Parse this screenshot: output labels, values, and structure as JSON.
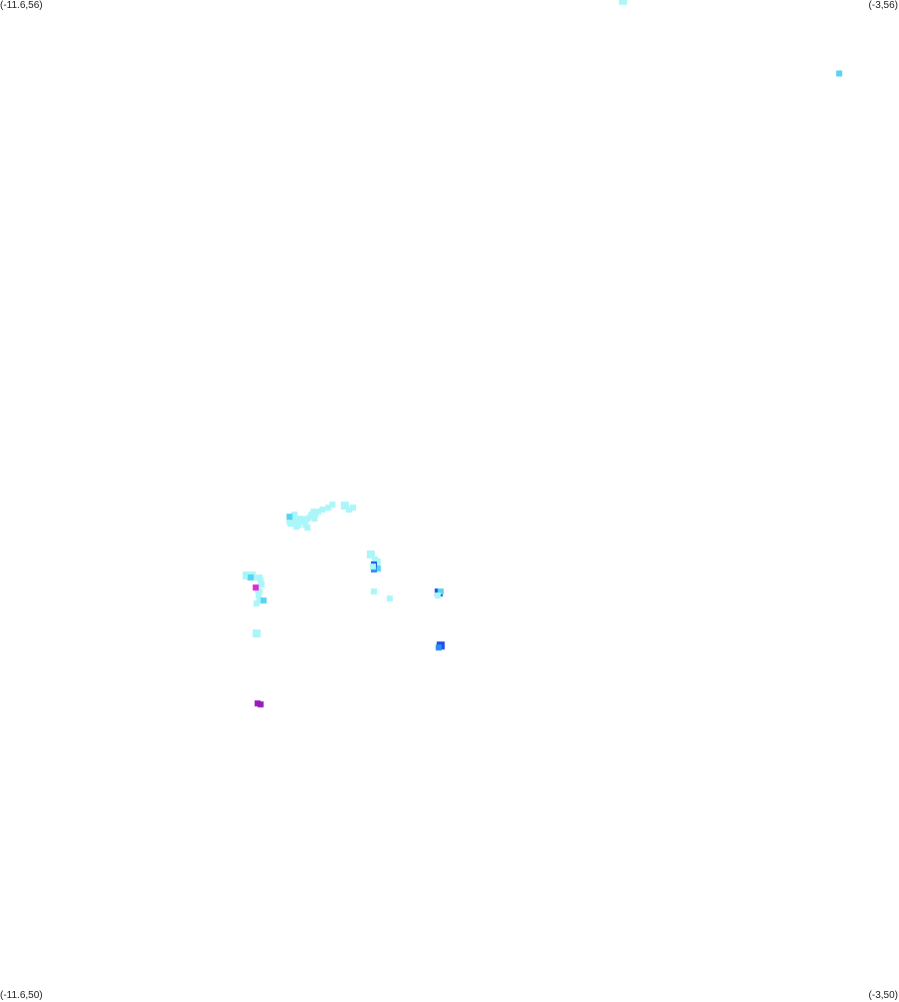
{
  "corners": {
    "top_left": "(-11.6,56)",
    "top_right": "(-3,56)",
    "bottom_left": "(-11.6,50)",
    "bottom_right": "(-3,50)"
  },
  "extent": {
    "lon_min": -11.6,
    "lon_max": -3,
    "lat_min": 50,
    "lat_max": 56
  },
  "palette": {
    "pale_cyan": "#aaf6f8",
    "sky_cyan": "#56d4f2",
    "blue": "#2f8df0",
    "royal_blue": "#1f4fe6",
    "magenta": "#e02ad6",
    "purple": "#9a1cb8"
  },
  "points": [
    {
      "lon": -5.641,
      "lat": 55.9952,
      "level": "pale_cyan",
      "size": 3
    },
    {
      "lon": -5.6358,
      "lat": 55.9922,
      "level": "pale_cyan",
      "size": 2
    },
    {
      "lon": -5.6454,
      "lat": 55.9952,
      "level": "pale_cyan",
      "size": 2
    },
    {
      "lon": -3.5716,
      "lat": 55.5586,
      "level": "sky_cyan",
      "size": 2
    },
    {
      "lon": -8.3002,
      "lat": 52.9634,
      "level": "pale_cyan",
      "size": 3
    },
    {
      "lon": -8.2237,
      "lat": 52.9514,
      "level": "pale_cyan",
      "size": 2
    },
    {
      "lon": -8.2616,
      "lat": 52.9394,
      "level": "pale_cyan",
      "size": 2
    },
    {
      "lon": -8.4203,
      "lat": 52.9694,
      "level": "pale_cyan",
      "size": 2
    },
    {
      "lon": -8.4584,
      "lat": 52.9514,
      "level": "pale_cyan",
      "size": 2
    },
    {
      "lon": -8.5156,
      "lat": 52.9394,
      "level": "pale_cyan",
      "size": 2
    },
    {
      "lon": -8.5537,
      "lat": 52.9274,
      "level": "pale_cyan",
      "size": 2
    },
    {
      "lon": -8.5823,
      "lat": 52.9144,
      "level": "pale_cyan",
      "size": 2
    },
    {
      "lon": -8.6013,
      "lat": 52.9274,
      "level": "pale_cyan",
      "size": 2
    },
    {
      "lon": -8.6204,
      "lat": 52.9094,
      "level": "pale_cyan",
      "size": 2
    },
    {
      "lon": -8.5918,
      "lat": 52.8844,
      "level": "pale_cyan",
      "size": 2
    },
    {
      "lon": -8.6299,
      "lat": 52.8974,
      "level": "pale_cyan",
      "size": 2
    },
    {
      "lon": -8.6585,
      "lat": 52.8844,
      "level": "pale_cyan",
      "size": 2
    },
    {
      "lon": -8.6871,
      "lat": 52.8784,
      "level": "pale_cyan",
      "size": 2
    },
    {
      "lon": -8.7062,
      "lat": 52.8664,
      "level": "pale_cyan",
      "size": 2
    },
    {
      "lon": -8.7253,
      "lat": 52.8844,
      "level": "pale_cyan",
      "size": 2
    },
    {
      "lon": -8.7443,
      "lat": 52.8784,
      "level": "pale_cyan",
      "size": 2
    },
    {
      "lon": -8.7825,
      "lat": 52.9094,
      "level": "pale_cyan",
      "size": 2
    },
    {
      "lon": -8.8016,
      "lat": 52.8904,
      "level": "pale_cyan",
      "size": 2
    },
    {
      "lon": -8.8206,
      "lat": 52.8964,
      "level": "pale_cyan",
      "size": 2
    },
    {
      "lon": -8.8206,
      "lat": 52.8784,
      "level": "pale_cyan",
      "size": 2
    },
    {
      "lon": -8.8111,
      "lat": 52.8664,
      "level": "pale_cyan",
      "size": 2
    },
    {
      "lon": -8.7825,
      "lat": 52.8544,
      "level": "pale_cyan",
      "size": 2
    },
    {
      "lon": -8.7443,
      "lat": 52.8484,
      "level": "pale_cyan",
      "size": 2
    },
    {
      "lon": -8.7634,
      "lat": 52.8364,
      "level": "pale_cyan",
      "size": 2
    },
    {
      "lon": -8.8206,
      "lat": 52.8544,
      "level": "pale_cyan",
      "size": 2
    },
    {
      "lon": -8.8302,
      "lat": 52.8664,
      "level": "pale_cyan",
      "size": 2
    },
    {
      "lon": -8.8302,
      "lat": 52.8964,
      "level": "sky_cyan",
      "size": 2
    },
    {
      "lon": -8.6776,
      "lat": 52.8484,
      "level": "pale_cyan",
      "size": 2
    },
    {
      "lon": -8.6585,
      "lat": 52.8304,
      "level": "pale_cyan",
      "size": 2
    },
    {
      "lon": -8.0522,
      "lat": 52.6694,
      "level": "pale_cyan",
      "size": 3
    },
    {
      "lon": -8.0141,
      "lat": 52.6394,
      "level": "pale_cyan",
      "size": 2
    },
    {
      "lon": -7.9855,
      "lat": 52.6274,
      "level": "pale_cyan",
      "size": 2
    },
    {
      "lon": -7.995,
      "lat": 52.6034,
      "level": "pale_cyan",
      "size": 2
    },
    {
      "lon": -7.9855,
      "lat": 52.5854,
      "level": "sky_cyan",
      "size": 2
    },
    {
      "lon": -8.0236,
      "lat": 52.6094,
      "level": "royal_blue",
      "size": 2
    },
    {
      "lon": -8.0236,
      "lat": 52.5794,
      "level": "blue",
      "size": 2
    },
    {
      "lon": -8.0331,
      "lat": 52.5974,
      "level": "pale_cyan",
      "size": 2
    },
    {
      "lon": -8.0236,
      "lat": 52.4474,
      "level": "pale_cyan",
      "size": 2
    },
    {
      "lon": -7.871,
      "lat": 52.4054,
      "level": "pale_cyan",
      "size": 2
    },
    {
      "lon": -7.4036,
      "lat": 52.4414,
      "level": "royal_blue",
      "size": 3
    },
    {
      "lon": -7.3845,
      "lat": 52.4474,
      "level": "sky_cyan",
      "size": 2
    },
    {
      "lon": -7.4131,
      "lat": 52.4234,
      "level": "pale_cyan",
      "size": 2
    },
    {
      "lon": -7.3845,
      "lat": 52.1234,
      "level": "royal_blue",
      "size": 3
    },
    {
      "lon": -7.4036,
      "lat": 52.1114,
      "level": "blue",
      "size": 2
    },
    {
      "lon": -9.2402,
      "lat": 52.5434,
      "level": "pale_cyan",
      "size": 3
    },
    {
      "lon": -9.2116,
      "lat": 52.5314,
      "level": "pale_cyan",
      "size": 2
    },
    {
      "lon": -9.183,
      "lat": 52.5494,
      "level": "pale_cyan",
      "size": 2
    },
    {
      "lon": -9.1639,
      "lat": 52.5314,
      "level": "pale_cyan",
      "size": 2
    },
    {
      "lon": -9.1353,
      "lat": 52.5314,
      "level": "pale_cyan",
      "size": 2
    },
    {
      "lon": -9.1068,
      "lat": 52.5134,
      "level": "pale_cyan",
      "size": 2
    },
    {
      "lon": -9.0972,
      "lat": 52.4894,
      "level": "pale_cyan",
      "size": 2
    },
    {
      "lon": -9.1353,
      "lat": 52.4594,
      "level": "pale_cyan",
      "size": 2
    },
    {
      "lon": -9.1163,
      "lat": 52.4474,
      "level": "pale_cyan",
      "size": 2
    },
    {
      "lon": -9.1258,
      "lat": 52.4234,
      "level": "pale_cyan",
      "size": 2
    },
    {
      "lon": -9.1163,
      "lat": 52.3934,
      "level": "pale_cyan",
      "size": 2
    },
    {
      "lon": -9.1449,
      "lat": 52.3754,
      "level": "pale_cyan",
      "size": 2
    },
    {
      "lon": -9.1449,
      "lat": 52.1954,
      "level": "pale_cyan",
      "size": 3
    },
    {
      "lon": -9.1163,
      "lat": 52.5314,
      "level": "pale_cyan",
      "size": 2
    },
    {
      "lon": -9.2021,
      "lat": 52.5314,
      "level": "sky_cyan",
      "size": 2
    },
    {
      "lon": -9.0781,
      "lat": 52.3934,
      "level": "sky_cyan",
      "size": 2
    },
    {
      "lon": -9.1544,
      "lat": 52.4714,
      "level": "magenta",
      "size": 2
    },
    {
      "lon": -9.1353,
      "lat": 51.7754,
      "level": "purple",
      "size": 2
    },
    {
      "lon": -9.1068,
      "lat": 51.7694,
      "level": "purple",
      "size": 2
    }
  ]
}
